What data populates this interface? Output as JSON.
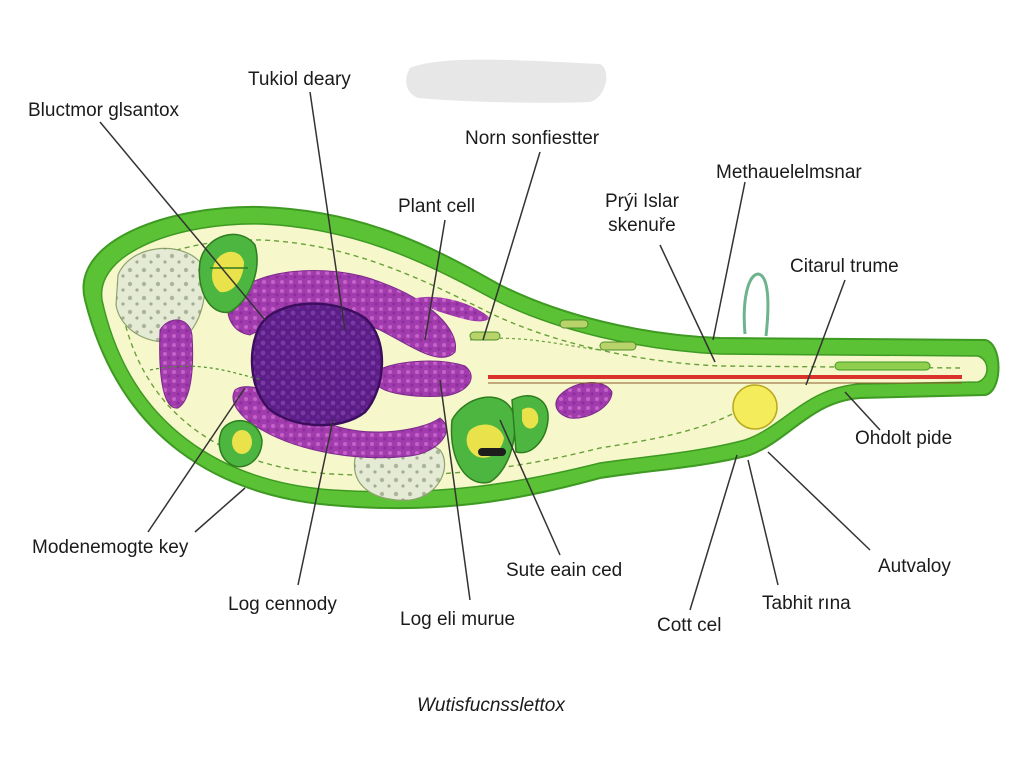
{
  "labels": {
    "tukiol_deary": "Tukiol deary",
    "bluctmor_glsantox": "Bluctmor glsantox",
    "norn_sonfiestter": "Norn sonfiestter",
    "plant_cell": "Plant cell",
    "prfi_islar_skenure": "Prýi Islar\nskenuře",
    "methaueimsnar": "Methauelelmsnar",
    "citarul_trume": "Citarul trume",
    "ohdolt_pide": "Ohdolt pide",
    "modenemogte_key": "Modenemogte key",
    "log_cennody": "Log cennody",
    "log_eli_murue": "Log eli murue",
    "sute_eain_ced": "Sute eain ced",
    "cott_cel": "Cott cel",
    "tabhit_rina": "Tabhit rına",
    "autvaloy": "Autvaloy"
  },
  "caption": "Wutisfucnsslettox",
  "colors": {
    "cell_wall": "#5cc235",
    "cytoplasm": "#f6f8cc",
    "nucleus": "#5b1d86",
    "purple_bodies": "#a23cae",
    "chloroplast": "#4cb640",
    "vacuole": "#e5ead5",
    "red_strand": "#d9332c",
    "yellow_organelle": "#f4ec5a",
    "leader_lines": "#333333"
  }
}
